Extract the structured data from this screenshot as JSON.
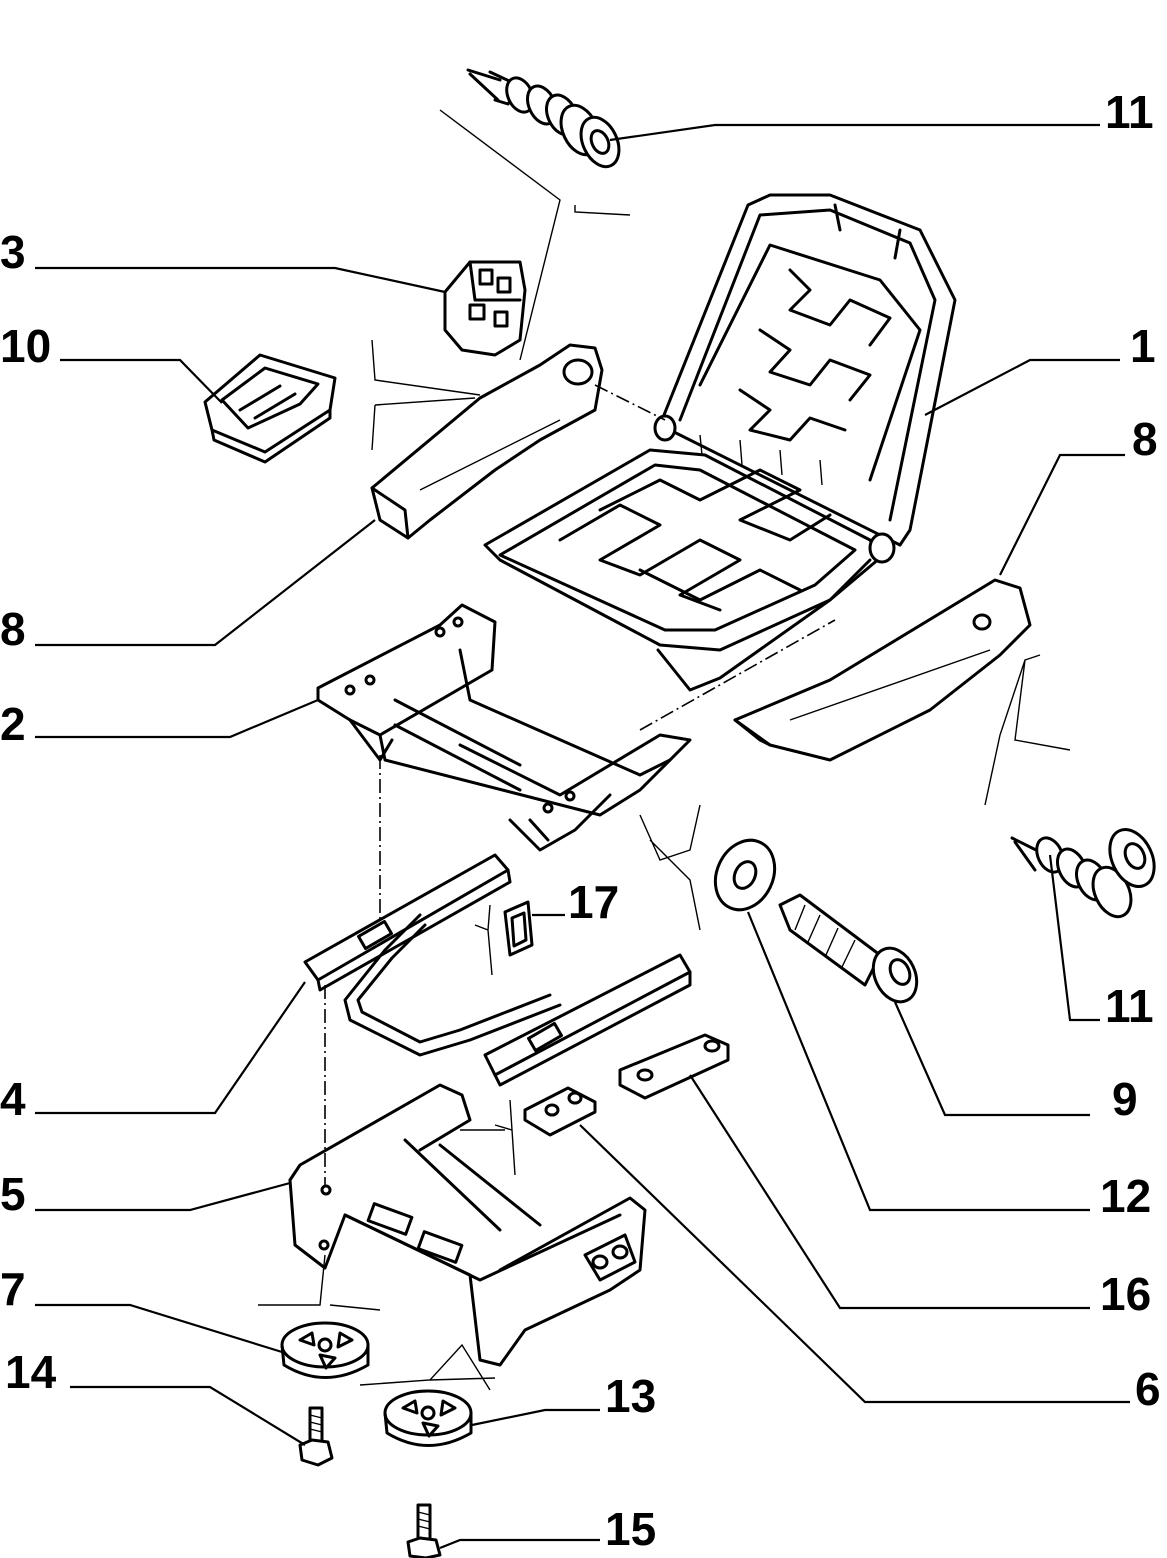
{
  "diagram": {
    "callouts": [
      {
        "id": "c11a",
        "label": "11"
      },
      {
        "id": "c3",
        "label": "3"
      },
      {
        "id": "c10",
        "label": "10"
      },
      {
        "id": "c1",
        "label": "1"
      },
      {
        "id": "c8a",
        "label": "8"
      },
      {
        "id": "c8b",
        "label": "8"
      },
      {
        "id": "c2",
        "label": "2"
      },
      {
        "id": "c17",
        "label": "17"
      },
      {
        "id": "c11b",
        "label": "11"
      },
      {
        "id": "c4",
        "label": "4"
      },
      {
        "id": "c9",
        "label": "9"
      },
      {
        "id": "c5",
        "label": "5"
      },
      {
        "id": "c12",
        "label": "12"
      },
      {
        "id": "c7",
        "label": "7"
      },
      {
        "id": "c16",
        "label": "16"
      },
      {
        "id": "c14",
        "label": "14"
      },
      {
        "id": "c13",
        "label": "13"
      },
      {
        "id": "c6",
        "label": "6"
      },
      {
        "id": "c15",
        "label": "15"
      }
    ]
  }
}
